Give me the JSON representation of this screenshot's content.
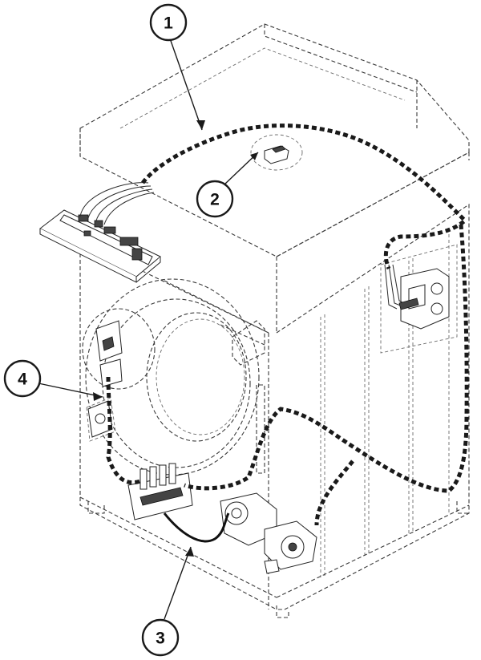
{
  "callouts": [
    {
      "id": "callout-1",
      "label": "1"
    },
    {
      "id": "callout-2",
      "label": "2"
    },
    {
      "id": "callout-3",
      "label": "3"
    },
    {
      "id": "callout-4",
      "label": "4"
    }
  ],
  "colors": {
    "line": "#3a3a3a",
    "harness": "#1a1a1a",
    "background": "#ffffff"
  }
}
